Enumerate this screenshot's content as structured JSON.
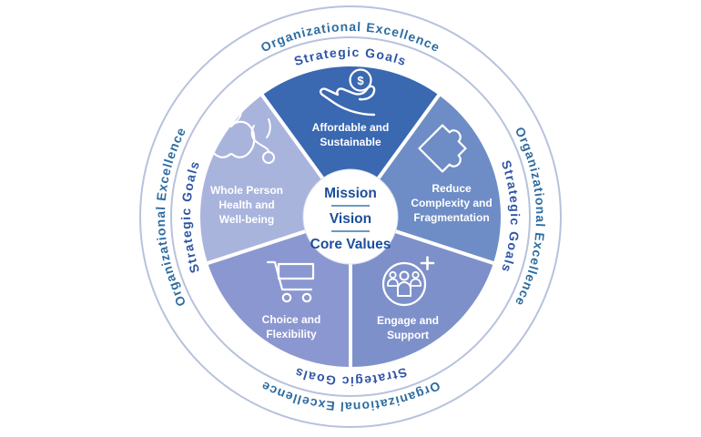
{
  "diagram": {
    "rings": {
      "outer_label": "Organizational Excellence",
      "inner_label": "Strategic Goals",
      "outer_text_color": "#2E6DA1",
      "inner_text_color": "#2E55A5",
      "ring_line_color": "#B7C2DD"
    },
    "center": {
      "lines": [
        "Mission",
        "Vision",
        "Core Values"
      ],
      "text_color": "#1C4E9C",
      "divider_color": "#3878A8",
      "circle_color": "#FFFFFF"
    },
    "label_text_color": "#FFFFFF",
    "segments": [
      {
        "name": "affordable-and-sustainable",
        "icon": "dollar-hand-icon",
        "icon_glyph": "$",
        "color": "#3A68B1",
        "label_lines": [
          "Affordable and",
          "Sustainable"
        ]
      },
      {
        "name": "reduce-complexity-and-fragmentation",
        "icon": "puzzle-icon",
        "color": "#6E8DC6",
        "label_lines": [
          "Reduce",
          "Complexity and",
          "Fragmentation"
        ]
      },
      {
        "name": "engage-and-support",
        "icon": "people-plus-icon",
        "color": "#7D90CA",
        "label_lines": [
          "Engage and",
          "Support"
        ]
      },
      {
        "name": "choice-and-flexibility",
        "icon": "shopping-cart-icon",
        "color": "#8B97D0",
        "label_lines": [
          "Choice and",
          "Flexibility"
        ]
      },
      {
        "name": "whole-person-health-and-well-being",
        "icon": "apple-stethoscope-icon",
        "color": "#A9B4DD",
        "label_lines": [
          "Whole Person",
          "Health and",
          "Well-being"
        ]
      }
    ]
  }
}
